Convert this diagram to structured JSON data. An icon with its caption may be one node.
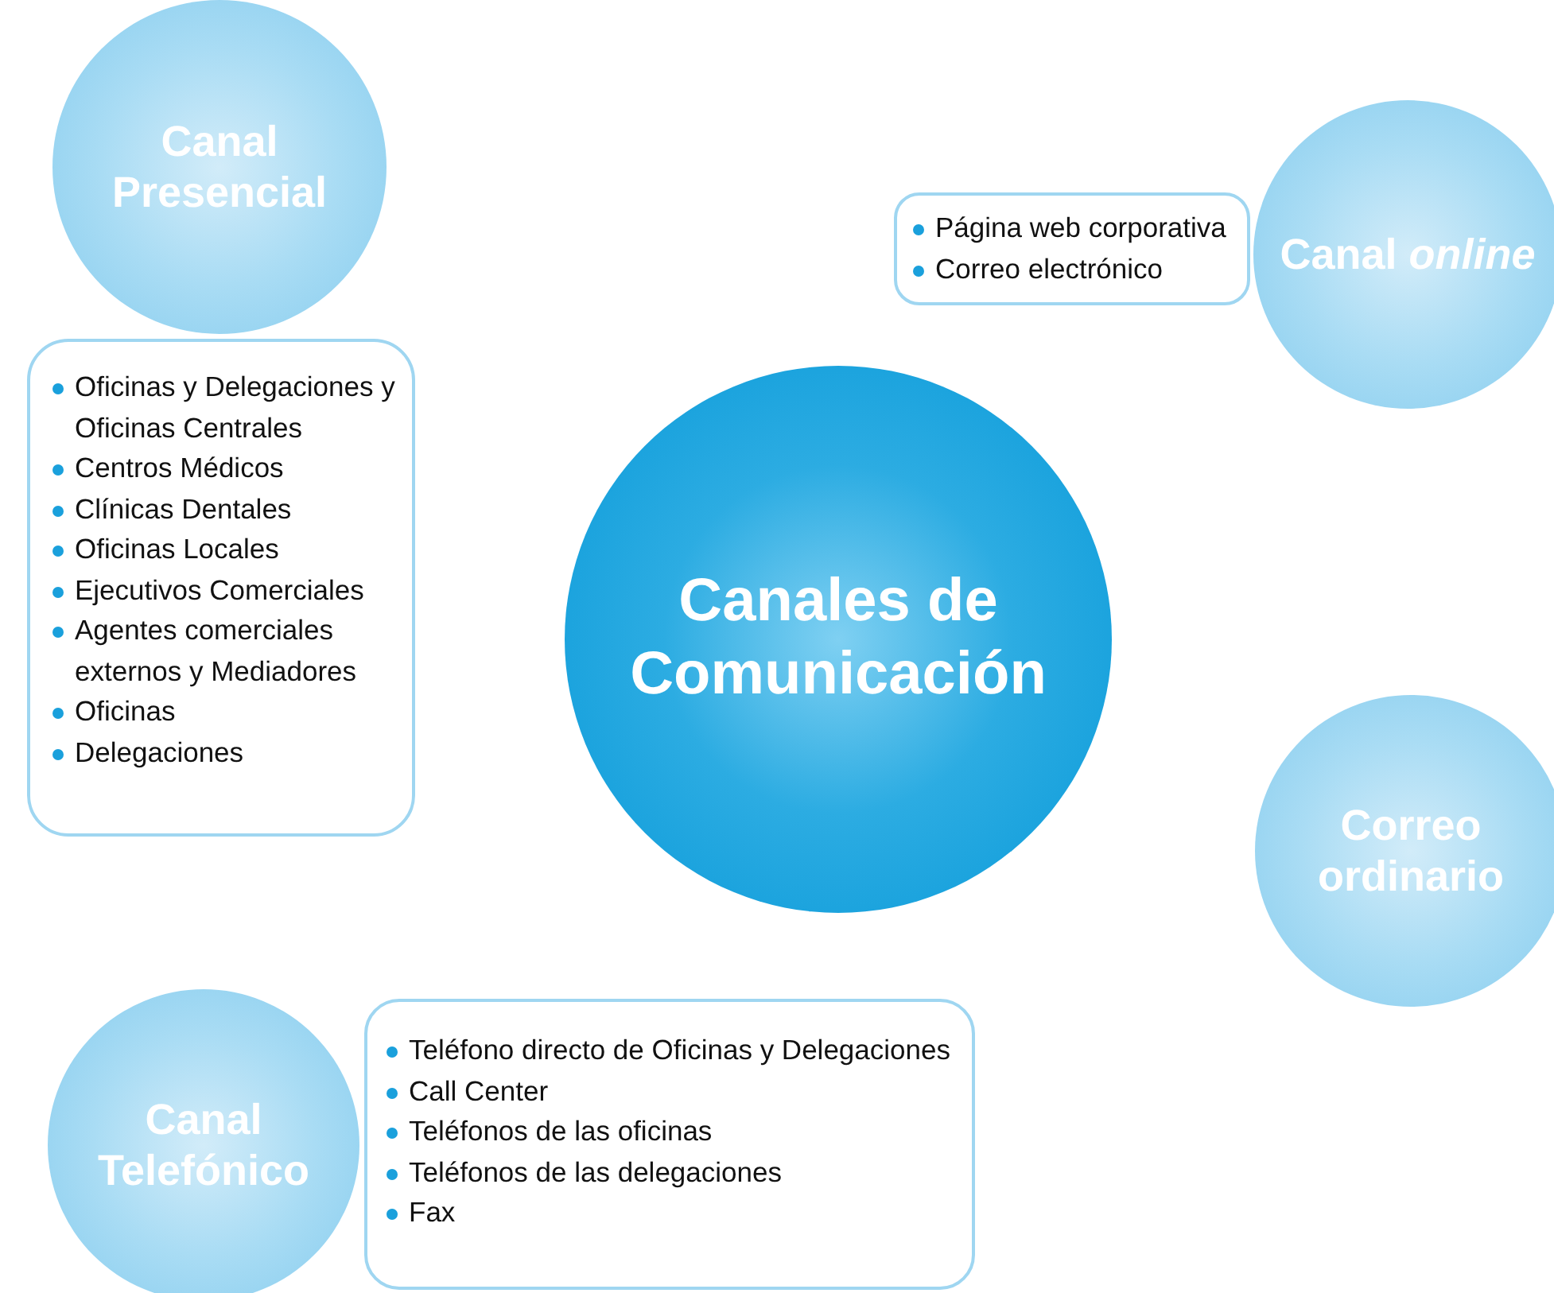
{
  "diagram": {
    "nodes": [
      {
        "text": [
          "Canal Presencial"
        ]
      },
      {
        "text": [
          "Oficinas y Delegaciones y Oficinas Centrales",
          "Centros Médicos",
          "Clínicas Dentales",
          "Oficinas Locales",
          "Ejecutivos Comerciales",
          "Agentes comerciales externos y Mediadores",
          "Oficinas",
          "Delegaciones"
        ]
      },
      {
        "text": [
          "Página web corporativa",
          "Correo electrónico"
        ]
      },
      {
        "text": [
          "Canal *online*"
        ]
      },
      {
        "text": [
          "Canales de Comunicación"
        ]
      },
      {
        "text": [
          "Correo ordinario"
        ]
      },
      {
        "text": [
          "Canal Telefónico"
        ]
      },
      {
        "text": [
          "Teléfono directo de Oficinas y Delegaciones",
          "Call Center",
          "Teléfonos de las oficinas",
          "Teléfonos de las delegaciones",
          "Fax"
        ]
      }
    ]
  }
}
